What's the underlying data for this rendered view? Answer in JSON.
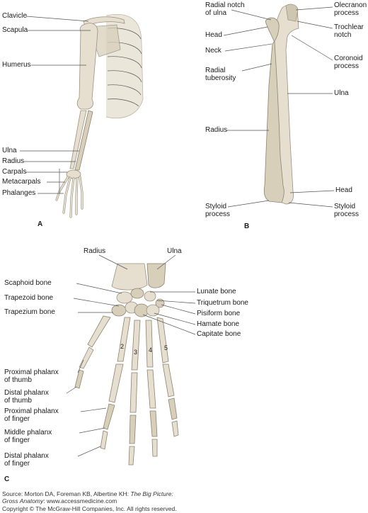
{
  "panelA": {
    "letter": "A",
    "labels": [
      "Clavicle",
      "Scapula",
      "Humerus",
      "Ulna",
      "Radius",
      "Carpals",
      "Metacarpals",
      "Phalanges"
    ]
  },
  "panelB": {
    "letter": "B",
    "left_labels": [
      "Radial notch\nof ulna",
      "Head",
      "Neck",
      "Radial\ntuberosity",
      "Radius",
      "Styloid\nprocess"
    ],
    "right_labels": [
      "Olecranon\nprocess",
      "Trochlear\nnotch",
      "Coronoid\nprocess",
      "Ulna",
      "Head",
      "Styloid\nprocess"
    ]
  },
  "panelC": {
    "letter": "C",
    "top_labels": [
      "Radius",
      "Ulna"
    ],
    "left_labels": [
      "Scaphoid bone",
      "Trapezoid bone",
      "Trapezium bone",
      "Proximal phalanx\nof thumb",
      "Distal phalanx\nof thumb",
      "Proximal phalanx\nof finger",
      "Middle phalanx\nof finger",
      "Distal phalanx\nof finger"
    ],
    "right_labels": [
      "Lunate bone",
      "Triquetrum bone",
      "Pisiform bone",
      "Hamate bone",
      "Capitate bone"
    ],
    "metacarpal_numbers": [
      "2",
      "3",
      "4",
      "5"
    ]
  },
  "source": {
    "line1_prefix": "Source: Morton DA, Foreman KB, Albertine KH: ",
    "line1_title": "The Big Picture:",
    "line2_title": "Gross Anatomy",
    "line2_suffix": ": www.accessmedicine.com",
    "line3": "Copyright © The McGraw-Hill Companies, Inc. All rights reserved."
  }
}
